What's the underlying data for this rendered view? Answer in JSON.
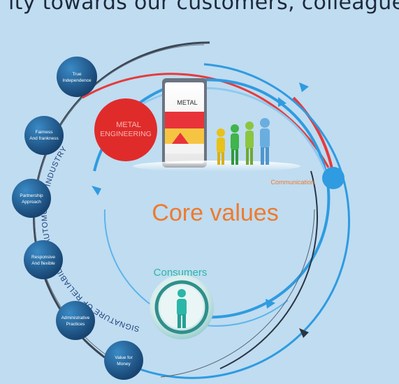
{
  "banner_text": "ity towards our customers, colleagues a",
  "center_title": "Core values",
  "arc_text": "SIGNATURE OF RELIABILITY IN AUTOMOTIVE INDUSTRY",
  "communication_label": "Communication",
  "consumers_label": "Consumers",
  "metal_circle": {
    "line1": "METAL",
    "line2": "ENGINEERING"
  },
  "phone_brand": "METAL",
  "values": [
    {
      "line1": "True",
      "line2": "Independence"
    },
    {
      "line1": "Fairness",
      "line2": "And frankness"
    },
    {
      "line1": "Partnership",
      "line2": "Approach"
    },
    {
      "line1": "Responsive",
      "line2": "And flexible"
    },
    {
      "line1": "Administrative",
      "line2": "Practices"
    },
    {
      "line1": "Value for",
      "line2": "Money"
    }
  ],
  "colors": {
    "background": "#bfdcf1",
    "ring_blue": "#2f9be0",
    "ring_red": "#e63b3b",
    "title_orange": "#ef7a2b",
    "value_circle": "#1e5f93",
    "metal_red": "#e02b2b",
    "consumer_teal": "#2bb6a8"
  }
}
